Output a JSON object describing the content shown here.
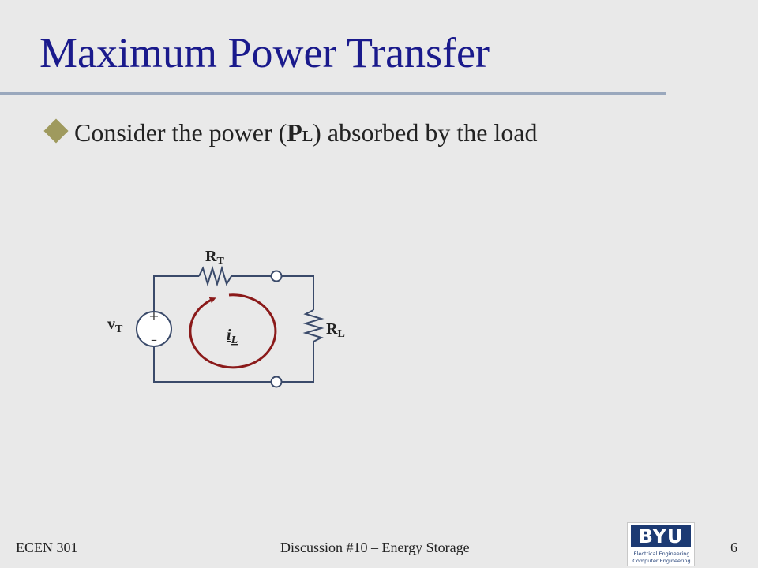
{
  "slide": {
    "title": "Maximum Power Transfer",
    "bullet": {
      "prefix": "Consider the power (",
      "symbol": "P",
      "subscript": "L",
      "suffix": ") absorbed by the load"
    }
  },
  "circuit": {
    "source_label": "v",
    "source_sub": "T",
    "source_plus": "+",
    "source_minus": "–",
    "series_resistor": "R",
    "series_resistor_sub": "T",
    "load_resistor": "R",
    "load_resistor_sub": "L",
    "current_label": "i",
    "current_sub": "L",
    "colors": {
      "wire": "#3a4a6a",
      "current_loop": "#8b1a1a"
    }
  },
  "footer": {
    "course": "ECEN 301",
    "discussion": "Discussion #10 – Energy Storage",
    "page_number": "6",
    "logo": {
      "mark": "BYU",
      "line1": "Electrical Engineering",
      "line2": "Computer Engineering"
    }
  },
  "colors": {
    "title": "#1a1a8c",
    "bullet": "#9f9a5e",
    "background": "#e9e9e9"
  }
}
